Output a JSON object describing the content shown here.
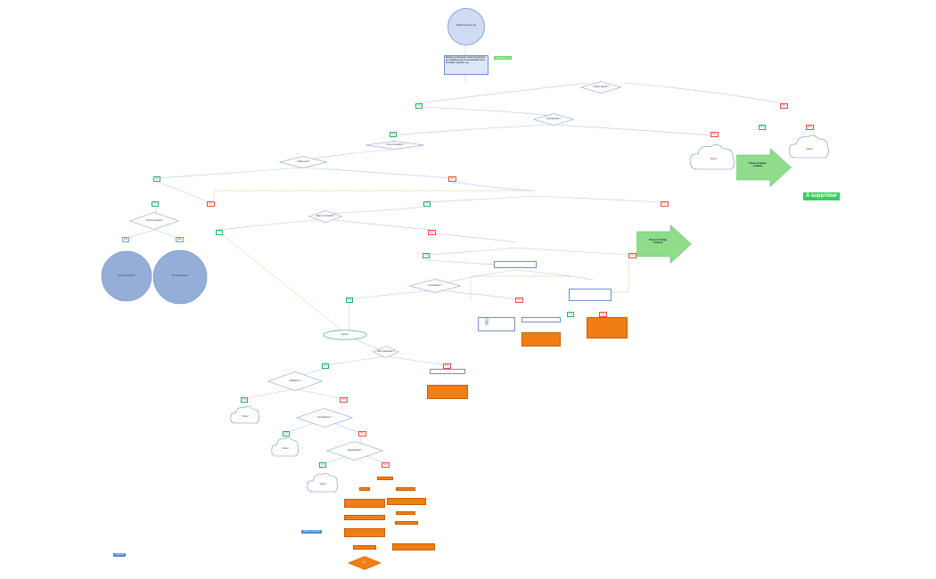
{
  "colors": {
    "node_blue": "#9ab3e0",
    "node_border": "#6f8fc9",
    "yes": "#27ae60",
    "no": "#e74c3c",
    "orange": "#f07d16",
    "green_arrow": "#8fdc8b",
    "suppress": "#33d15b",
    "button_blue": "#4a86d1",
    "dashed_line": "#c9a227"
  },
  "start_circle": {
    "label": "Début Parcours ciq"
  },
  "intro_box": {
    "text": "Reprise de l'ancienne version du parcours de verification que l'on remplit dans Lineo, formulaire, parcours, etc."
  },
  "badge_top": "Flowchart ciq",
  "decisions": {
    "d1": "Option cliente?",
    "d2": "Activité B2C?",
    "d3": "Communication?",
    "d4": "Traitement?",
    "d5": "Client nouveau?",
    "d6": "Etape Conseiller?",
    "d7": "Autorisation ?",
    "d8": "Date dépassée ?",
    "d9": "Validation ?",
    "d10": "Consultation ?",
    "d11": "Disponibilité ?"
  },
  "yes_label": "Oui",
  "no_label": "Non",
  "arrow_right_1": {
    "line1": "Passer à l'étape",
    "line2": "suivante"
  },
  "arrow_right_2": {
    "line1": "Passer à l'étape",
    "line2": "suivante"
  },
  "suppress_label": "A supprimer",
  "big_circle_left": "Fin de parcours",
  "big_circle_right": "Fin de parcours",
  "clouds": {
    "c_right_1": "Cloud",
    "c_right_2": "Cloud",
    "c_bottom_1": "Cloud",
    "c_bottom_2": "Cloud",
    "c_bottom_3": "Cloud"
  },
  "ellipse_mid": "Retour",
  "bottom_diamond": "Fin",
  "blue_button_left": "Légende",
  "blue_button_bottom": "Retour parcours"
}
